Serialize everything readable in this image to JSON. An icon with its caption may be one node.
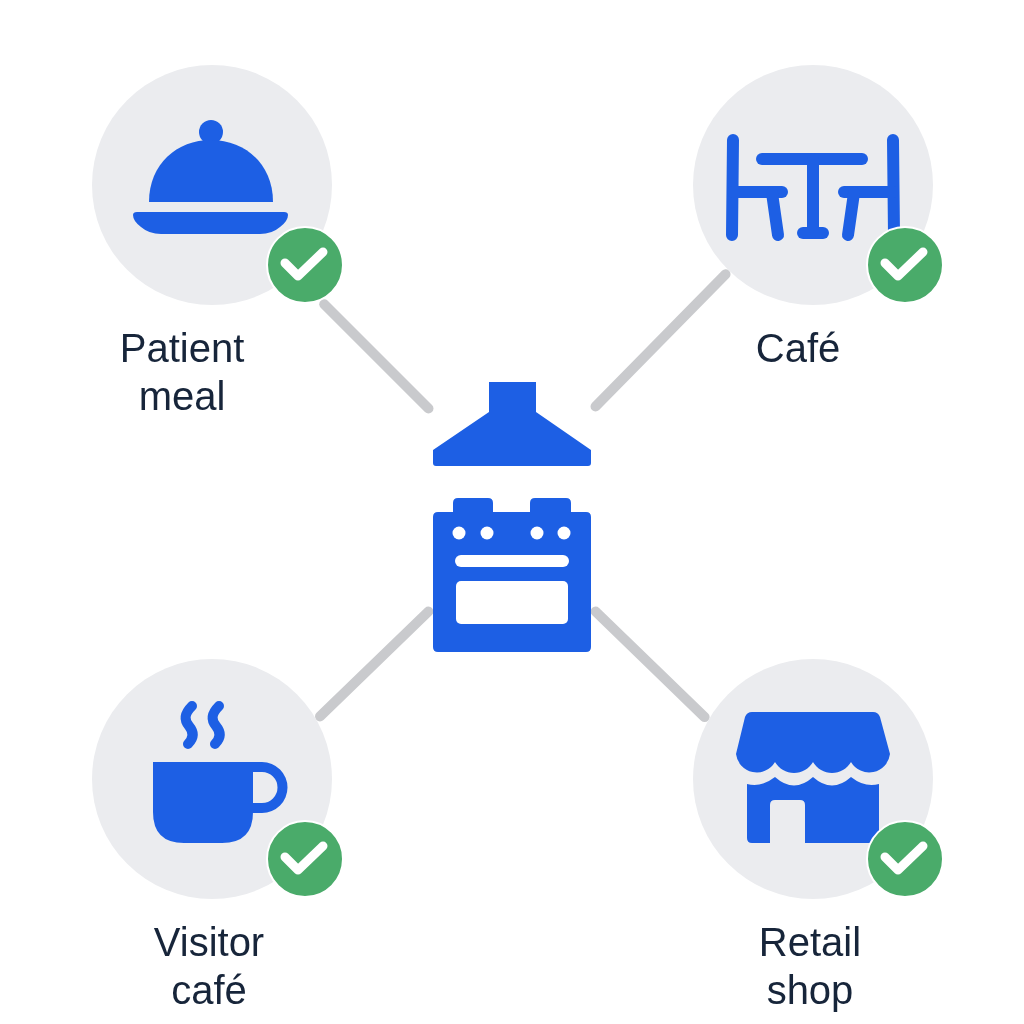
{
  "diagram": {
    "nodes": [
      {
        "text": [
          "Patient meal"
        ]
      },
      {
        "text": [
          "Café"
        ]
      },
      {
        "text": [],
        "shape": "picture"
      },
      {
        "text": [
          "Visitor café"
        ]
      },
      {
        "text": [
          "Retail shop"
        ]
      }
    ],
    "edges": [
      {
        "from": 2,
        "to": 0,
        "arrow": "none"
      },
      {
        "from": 2,
        "to": 1,
        "arrow": "none"
      },
      {
        "from": 2,
        "to": 3,
        "arrow": "none"
      },
      {
        "from": 2,
        "to": 4,
        "arrow": "none"
      }
    ]
  }
}
